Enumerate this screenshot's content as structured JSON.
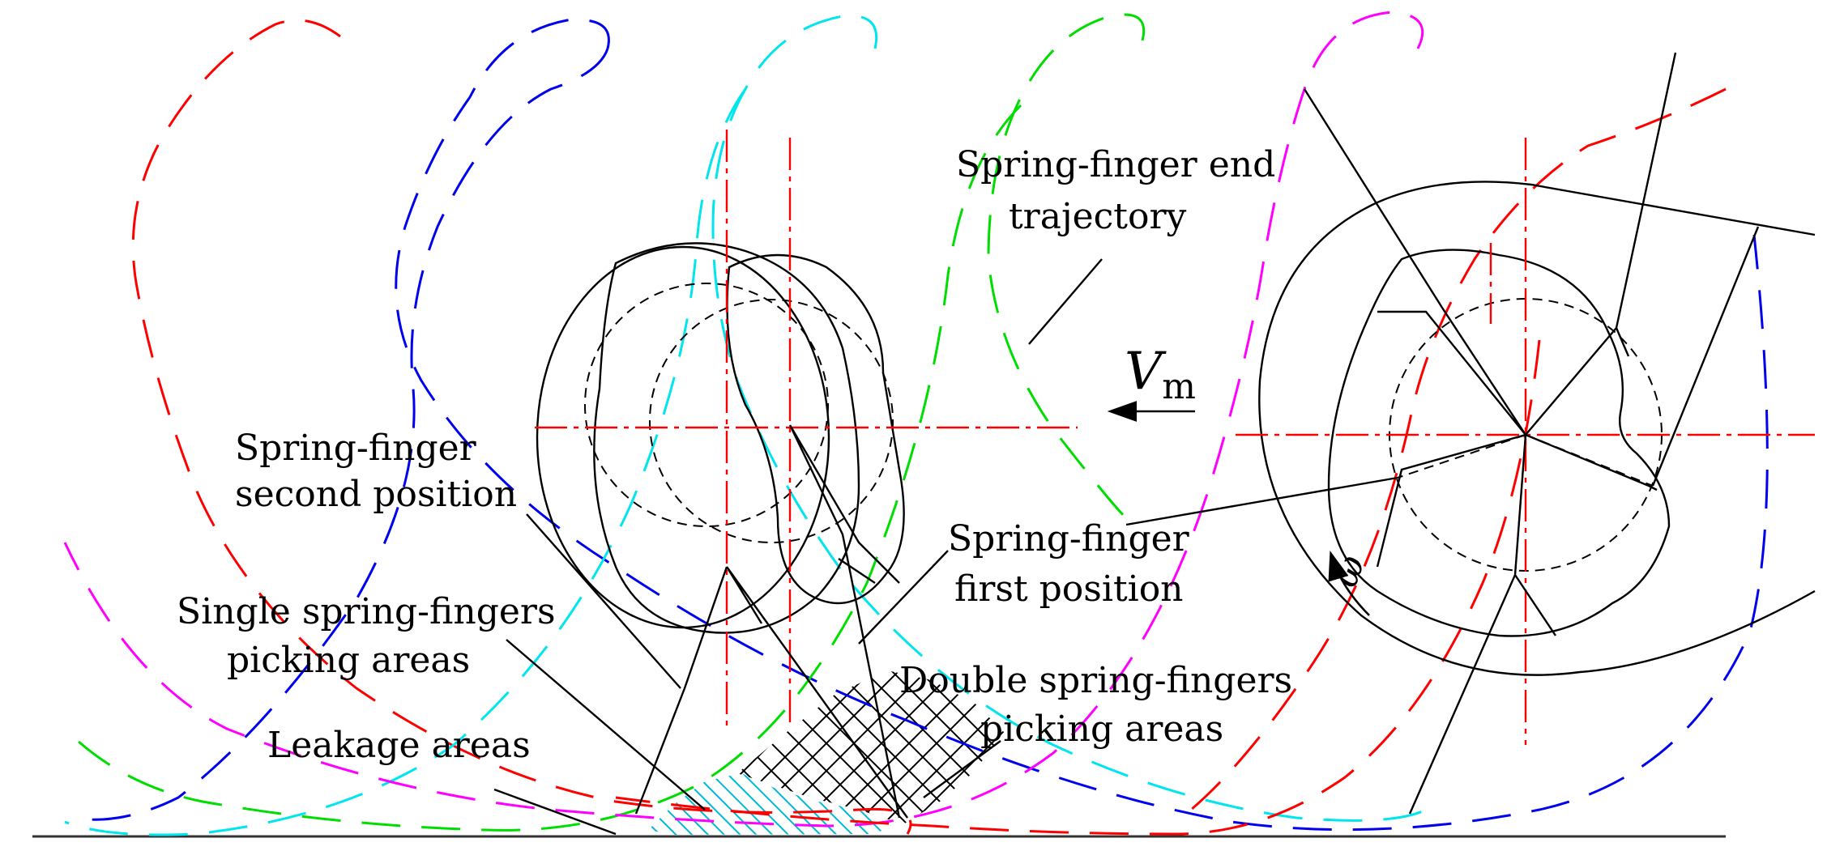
{
  "labels": {
    "trajectory_line1": "Spring-finger end",
    "trajectory_line2": "trajectory",
    "second_line1": "Spring-finger",
    "second_line2": "second position",
    "first_line1": "Spring-finger",
    "first_line2": "first position",
    "single_line1": "Single spring-fingers",
    "single_line2": "picking areas",
    "double_line1": "Double spring-fingers",
    "double_line2": "picking areas",
    "leakage": "Leakage areas",
    "velocity_symbol": "V",
    "velocity_subscript": "m",
    "omega": "ω"
  },
  "colors": {
    "red": "#ff0000",
    "blue": "#0000ee",
    "cyan": "#00e5ee",
    "green": "#00dd00",
    "magenta": "#ff00ff",
    "black": "#000000",
    "hatch_cyan": "#00b8d8"
  }
}
